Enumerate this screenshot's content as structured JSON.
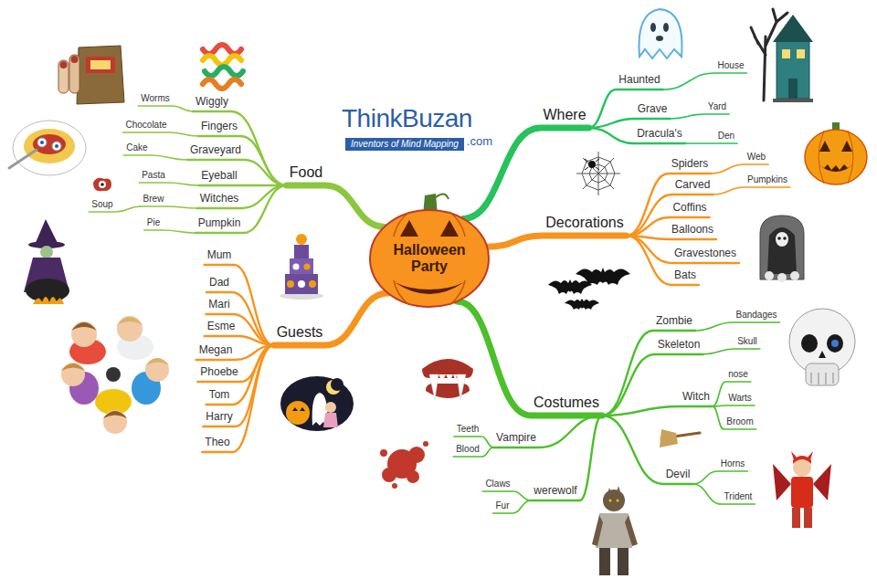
{
  "diagram": {
    "nodes": [
      {
        "text": [
          "Halloween Party"
        ]
      },
      {
        "text": [
          "Food"
        ]
      },
      {
        "text": [
          "Wiggly"
        ]
      },
      {
        "text": [
          "Worms"
        ]
      },
      {
        "text": [
          "Fingers"
        ]
      },
      {
        "text": [
          "Chocolate"
        ]
      },
      {
        "text": [
          "Graveyard"
        ]
      },
      {
        "text": [
          "Cake"
        ]
      },
      {
        "text": [
          "Eyeball"
        ]
      },
      {
        "text": [
          "Pasta"
        ]
      },
      {
        "text": [
          "Witches"
        ]
      },
      {
        "text": [
          "Brew"
        ]
      },
      {
        "text": [
          "Soup"
        ]
      },
      {
        "text": [
          "Pumpkin"
        ]
      },
      {
        "text": [
          "Pie"
        ]
      },
      {
        "text": [
          "Guests"
        ]
      },
      {
        "text": [
          "Mum"
        ]
      },
      {
        "text": [
          "Dad"
        ]
      },
      {
        "text": [
          "Mari"
        ]
      },
      {
        "text": [
          "Esme"
        ]
      },
      {
        "text": [
          "Megan"
        ]
      },
      {
        "text": [
          "Phoebe"
        ]
      },
      {
        "text": [
          "Tom"
        ]
      },
      {
        "text": [
          "Harry"
        ]
      },
      {
        "text": [
          "Theo"
        ]
      },
      {
        "text": [
          "Where"
        ]
      },
      {
        "text": [
          "Haunted"
        ]
      },
      {
        "text": [
          "House"
        ]
      },
      {
        "text": [
          "Grave"
        ]
      },
      {
        "text": [
          "Yard"
        ]
      },
      {
        "text": [
          "Dracula's"
        ]
      },
      {
        "text": [
          "Den"
        ]
      },
      {
        "text": [
          "Decorations"
        ]
      },
      {
        "text": [
          "Spiders"
        ]
      },
      {
        "text": [
          "Web"
        ]
      },
      {
        "text": [
          "Carved"
        ]
      },
      {
        "text": [
          "Pumpkins"
        ]
      },
      {
        "text": [
          "Coffins"
        ]
      },
      {
        "text": [
          "Balloons"
        ]
      },
      {
        "text": [
          "Gravestones"
        ]
      },
      {
        "text": [
          "Bats"
        ]
      },
      {
        "text": [
          "Costumes"
        ]
      },
      {
        "text": [
          "Zombie"
        ]
      },
      {
        "text": [
          "Bandages"
        ]
      },
      {
        "text": [
          "Skeleton"
        ]
      },
      {
        "text": [
          "Skull"
        ]
      },
      {
        "text": [
          "Witch"
        ]
      },
      {
        "text": [
          "nose"
        ]
      },
      {
        "text": [
          "Warts"
        ]
      },
      {
        "text": [
          "Broom"
        ]
      },
      {
        "text": [
          "Vampire"
        ]
      },
      {
        "text": [
          "Teeth"
        ]
      },
      {
        "text": [
          "Blood"
        ]
      },
      {
        "text": [
          "Devil"
        ]
      },
      {
        "text": [
          "Horns"
        ]
      },
      {
        "text": [
          "Trident"
        ]
      },
      {
        "text": [
          "werewolf"
        ]
      },
      {
        "text": [
          "Claws"
        ]
      },
      {
        "text": [
          "Fur"
        ]
      }
    ],
    "edges": [
      {
        "from": 0,
        "to": 1,
        "arrow": "none"
      },
      {
        "from": 1,
        "to": 2,
        "arrow": "none"
      },
      {
        "from": 2,
        "to": 3,
        "arrow": "none"
      },
      {
        "from": 1,
        "to": 4,
        "arrow": "none"
      },
      {
        "from": 4,
        "to": 5,
        "arrow": "none"
      },
      {
        "from": 1,
        "to": 6,
        "arrow": "none"
      },
      {
        "from": 6,
        "to": 7,
        "arrow": "none"
      },
      {
        "from": 1,
        "to": 8,
        "arrow": "none"
      },
      {
        "from": 8,
        "to": 9,
        "arrow": "none"
      },
      {
        "from": 1,
        "to": 10,
        "arrow": "none"
      },
      {
        "from": 10,
        "to": 11,
        "arrow": "none"
      },
      {
        "from": 11,
        "to": 12,
        "arrow": "none"
      },
      {
        "from": 1,
        "to": 13,
        "arrow": "none"
      },
      {
        "from": 13,
        "to": 14,
        "arrow": "none"
      },
      {
        "from": 0,
        "to": 15,
        "arrow": "none"
      },
      {
        "from": 15,
        "to": 16,
        "arrow": "none"
      },
      {
        "from": 15,
        "to": 17,
        "arrow": "none"
      },
      {
        "from": 15,
        "to": 18,
        "arrow": "none"
      },
      {
        "from": 15,
        "to": 19,
        "arrow": "none"
      },
      {
        "from": 15,
        "to": 20,
        "arrow": "none"
      },
      {
        "from": 15,
        "to": 21,
        "arrow": "none"
      },
      {
        "from": 15,
        "to": 22,
        "arrow": "none"
      },
      {
        "from": 15,
        "to": 23,
        "arrow": "none"
      },
      {
        "from": 15,
        "to": 24,
        "arrow": "none"
      },
      {
        "from": 0,
        "to": 25,
        "arrow": "none"
      },
      {
        "from": 25,
        "to": 26,
        "arrow": "none"
      },
      {
        "from": 26,
        "to": 27,
        "arrow": "none"
      },
      {
        "from": 25,
        "to": 28,
        "arrow": "none"
      },
      {
        "from": 28,
        "to": 29,
        "arrow": "none"
      },
      {
        "from": 25,
        "to": 30,
        "arrow": "none"
      },
      {
        "from": 30,
        "to": 31,
        "arrow": "none"
      },
      {
        "from": 0,
        "to": 32,
        "arrow": "none"
      },
      {
        "from": 32,
        "to": 33,
        "arrow": "none"
      },
      {
        "from": 33,
        "to": 34,
        "arrow": "none"
      },
      {
        "from": 32,
        "to": 35,
        "arrow": "none"
      },
      {
        "from": 35,
        "to": 36,
        "arrow": "none"
      },
      {
        "from": 32,
        "to": 37,
        "arrow": "none"
      },
      {
        "from": 32,
        "to": 38,
        "arrow": "none"
      },
      {
        "from": 32,
        "to": 39,
        "arrow": "none"
      },
      {
        "from": 32,
        "to": 40,
        "arrow": "none"
      },
      {
        "from": 0,
        "to": 41,
        "arrow": "none"
      },
      {
        "from": 41,
        "to": 42,
        "arrow": "none"
      },
      {
        "from": 42,
        "to": 43,
        "arrow": "none"
      },
      {
        "from": 41,
        "to": 44,
        "arrow": "none"
      },
      {
        "from": 44,
        "to": 45,
        "arrow": "none"
      },
      {
        "from": 41,
        "to": 46,
        "arrow": "none"
      },
      {
        "from": 46,
        "to": 47,
        "arrow": "none"
      },
      {
        "from": 46,
        "to": 48,
        "arrow": "none"
      },
      {
        "from": 46,
        "to": 49,
        "arrow": "none"
      },
      {
        "from": 41,
        "to": 50,
        "arrow": "none"
      },
      {
        "from": 50,
        "to": 51,
        "arrow": "none"
      },
      {
        "from": 50,
        "to": 52,
        "arrow": "none"
      },
      {
        "from": 41,
        "to": 53,
        "arrow": "none"
      },
      {
        "from": 53,
        "to": 54,
        "arrow": "none"
      },
      {
        "from": 53,
        "to": 55,
        "arrow": "none"
      },
      {
        "from": 41,
        "to": 56,
        "arrow": "none"
      },
      {
        "from": 56,
        "to": 57,
        "arrow": "none"
      },
      {
        "from": 56,
        "to": 58,
        "arrow": "none"
      }
    ],
    "labels": [
      "ThinkBuzan",
      ".com",
      "Inventors of Mind Mapping"
    ]
  }
}
